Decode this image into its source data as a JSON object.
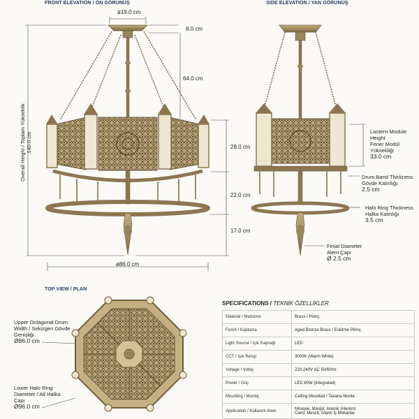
{
  "headers": {
    "front": "FRONT ELEVATION / ÖN GÖRÜNÜŞ",
    "side": "SIDE ELEVATION / YAN GÖRÜNÜŞ",
    "top": "TOP VIEW / PLAN"
  },
  "front_dims": {
    "canopy_diameter": "ø19.0 cm",
    "canopy_height": "8.0 cm",
    "chain_length": "64.0 cm",
    "overall_height_label": "Overall Height / Toplam Yükseklik",
    "overall_height_value": "140.0 cm",
    "drum_height": "28.0 cm",
    "ring_gap": "22.0 cm",
    "finial_height": "17.0 cm",
    "overall_diameter": "ø86.0 cm"
  },
  "side_notes": {
    "lantern": [
      "Lantern Module",
      "Height",
      "Fener Modül",
      "Yüksekliği",
      "33.0 cm"
    ],
    "band": [
      "Drum Band Thickness",
      "Gövde Kalınlığı",
      "2.5 cm"
    ],
    "halo": [
      "Halo Ring Thickness",
      "Halka Kalınlığı",
      "3.5 cm"
    ],
    "finial": [
      "Finial Diameter",
      "Alem Çapı",
      "Ø 2.5 cm"
    ]
  },
  "top_notes": {
    "drum": [
      "Upper Octagonal Drum",
      "Width / Sekizgen Gövde",
      "Genişliği",
      "Ø86.0 cm"
    ],
    "ring": [
      "Lower Halo Ring",
      "Diameter / Alt Halka",
      "Çapı",
      "Ø96.0 cm"
    ]
  },
  "specifications": {
    "title": "SPECIFICATIONS",
    "title_tr": "TEKNİK ÖZELLİKLER",
    "rows": [
      {
        "key": "Material / Malzeme",
        "value": "Brass / Pirinç"
      },
      {
        "key": "Finish / Kaplama",
        "value": "Aged Bronze Brass / Eskitme Pirinç"
      },
      {
        "key": "Light Source / Işık Kaynağı",
        "value": "LED"
      },
      {
        "key": "CCT / Işık Rengi",
        "value": "3000K (Warm White)"
      },
      {
        "key": "Voltage / Voltaj",
        "value": "220-240V AC  50/60Hz"
      },
      {
        "key": "Power / Güç",
        "value": "LED 80W (Integrated)"
      },
      {
        "key": "Mounting / Montaj",
        "value": "Ceiling Mounted / Tavana Monte"
      },
      {
        "key": "Application / Kullanım Alanı",
        "value": "Mosque, Masjid, Islamic Interiors",
        "value2": "Cami, Mescit, İslami İç Mekanlar"
      }
    ]
  },
  "colors": {
    "brass": "#9a845a",
    "brass_dark": "#6e5c3a",
    "glass": "#efe6cf",
    "title_blue": "#1f3a5a"
  }
}
